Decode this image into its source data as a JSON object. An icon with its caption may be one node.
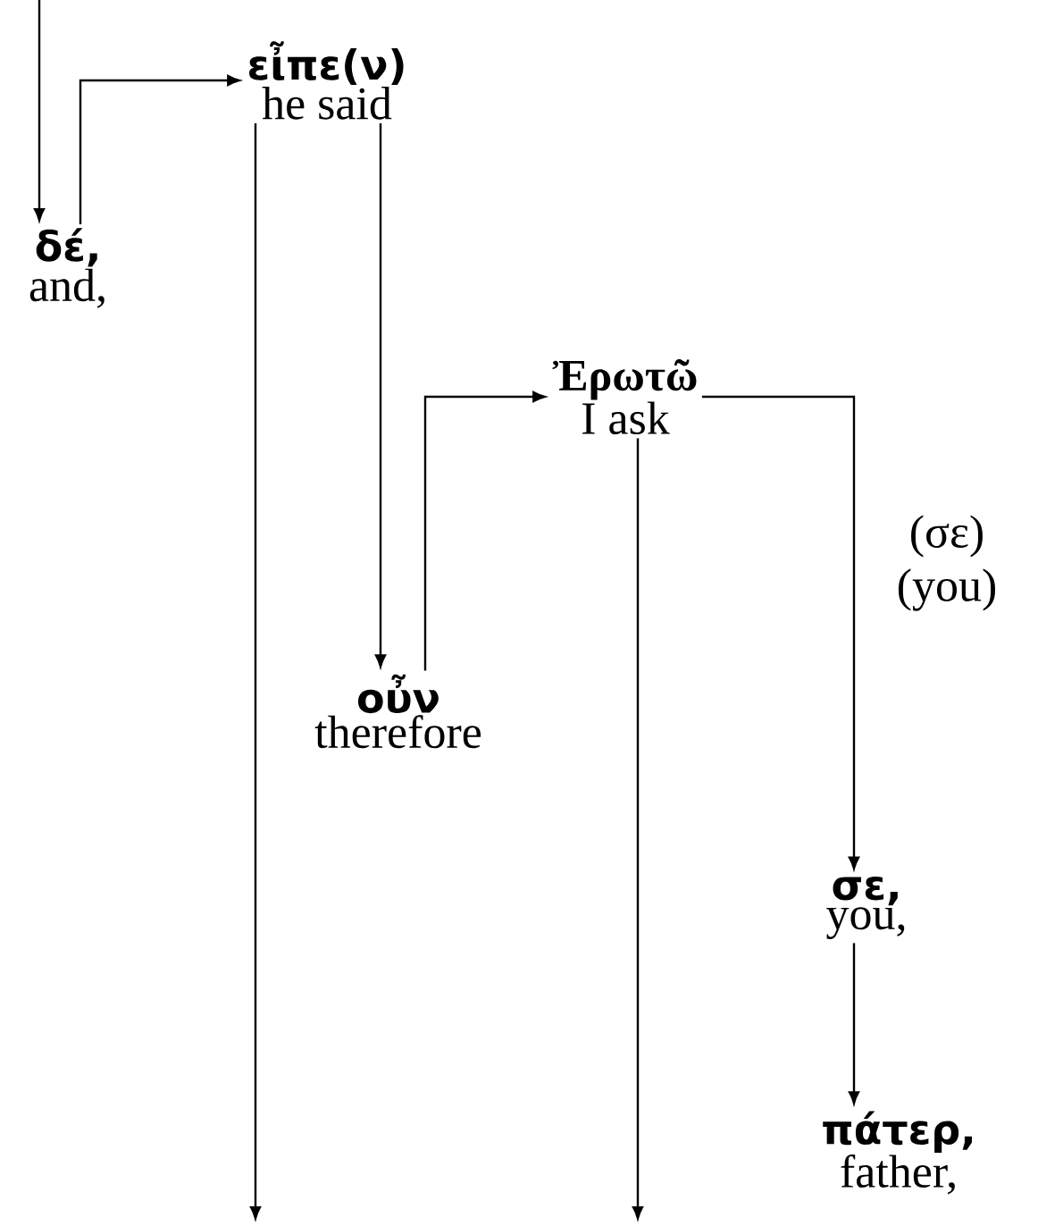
{
  "diagram": {
    "nodes": [
      {
        "text": [
          "δέ,",
          "and,"
        ]
      },
      {
        "text": [
          "εἶπε(ν)",
          "he said"
        ]
      },
      {
        "text": [
          "Ἐρωτῶ",
          "I ask"
        ]
      },
      {
        "text": [
          "οὖν",
          "therefore"
        ]
      },
      {
        "text": [
          "σε,",
          "you,"
        ]
      },
      {
        "text": [
          "πάτερ,",
          "father,"
        ]
      }
    ],
    "edges": [
      {
        "from": null,
        "to": 0,
        "arrow": "to"
      },
      {
        "from": 0,
        "to": 1,
        "arrow": "to"
      },
      {
        "from": 1,
        "to": null,
        "arrow": "to"
      },
      {
        "from": 1,
        "to": 3,
        "arrow": "to"
      },
      {
        "from": 3,
        "to": 2,
        "arrow": "to"
      },
      {
        "from": 2,
        "to": null,
        "arrow": "to"
      },
      {
        "from": 2,
        "to": 4,
        "arrow": "to"
      },
      {
        "from": 4,
        "to": 5,
        "arrow": "to"
      }
    ],
    "labels": [
      "(σε)",
      "(you)"
    ]
  }
}
